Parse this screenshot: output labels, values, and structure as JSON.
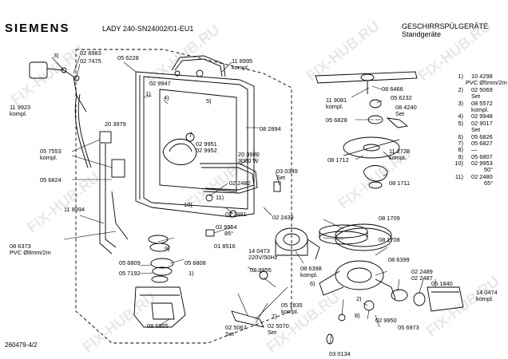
{
  "header": {
    "brand": "SIEMENS",
    "model": "LADY 240-SN24002/01-EU1",
    "title": "GESCHIRRSPÜLGERÄTE",
    "subtitle": "Standgeräte"
  },
  "footer": {
    "ref": "260479-4/2"
  },
  "watermark": "FIX-HUB.RU",
  "legend": [
    {
      "key": "1)",
      "value": "10 4298",
      "sub": "PVC Ø5mm/2m"
    },
    {
      "key": "2)",
      "value": "02 5069",
      "sub": "Set"
    },
    {
      "key": "3)",
      "value": "08 5572",
      "sub": "kompl."
    },
    {
      "key": "4)",
      "value": "02 9948",
      "sub": ""
    },
    {
      "key": "5)",
      "value": "02 9017",
      "sub": "Set"
    },
    {
      "key": "6)",
      "value": "05 6826",
      "sub": ""
    },
    {
      "key": "7)",
      "value": "05 6827",
      "sub": ""
    },
    {
      "key": "8)",
      "value": "—",
      "sub": ""
    },
    {
      "key": "9)",
      "value": "05 6807",
      "sub": ""
    },
    {
      "key": "10)",
      "value": "02 9953",
      "sub": "50°"
    },
    {
      "key": "11)",
      "value": "02 2480",
      "sub": "65°"
    }
  ],
  "labels": [
    "3)",
    "02 8983",
    "02 7475",
    "05 6228",
    "11 8995",
    "kompl.",
    "02 9947",
    "1)",
    "4)",
    "5)",
    "11 9923",
    "kompl.",
    "20 3979",
    "02 9951",
    "02 9952",
    "08 2894",
    "05 7553",
    "kompl.",
    "05 6824",
    "20 3980",
    "3000 W",
    "03 0349",
    "Set",
    "02 2482",
    "10)",
    "11)",
    "02 2481",
    "02 2438",
    "11 8994",
    "08 6373",
    "PVC Ø8mm/2m",
    "02 9954",
    "85°",
    "01 8516",
    "9)",
    "05 6809",
    "05 7192",
    "05 6808",
    "1)",
    "14 0473",
    "220V/50Hz",
    "08 6398",
    "kompl.",
    "02 9955",
    "6)",
    "08 6805",
    "02 5067",
    "Set",
    "05 1835",
    "kompl.",
    "02 5070",
    "Set",
    "7)",
    "08 1709",
    "08 1708",
    "08 6399",
    "02 2489",
    "02 2487",
    "05 1840",
    "14 0474",
    "kompl.",
    "2)",
    "02 9950",
    "8)",
    "05 6973",
    "03 0134",
    "11 9081",
    "kompl.",
    "08 6466",
    "05 6232",
    "05 6828",
    "08 4240",
    "Set",
    "08 1712",
    "11 2728",
    "kompl.",
    "08 1711"
  ]
}
